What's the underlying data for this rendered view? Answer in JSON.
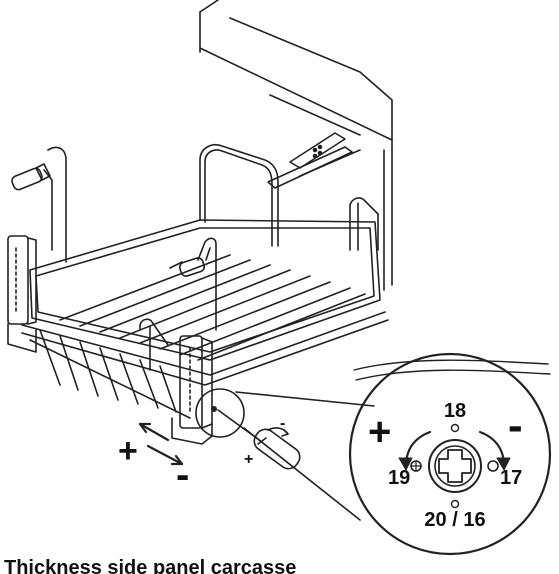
{
  "detail": {
    "plus": "+",
    "minus": "-",
    "top": "18",
    "left": "19",
    "right": "17",
    "bottom": "20 / 16"
  },
  "direction_arrows": {
    "plus": "+",
    "minus": "-"
  },
  "screwdriver": {
    "plus": "+",
    "minus": "-"
  },
  "caption": "Thickness side panel carcasse"
}
